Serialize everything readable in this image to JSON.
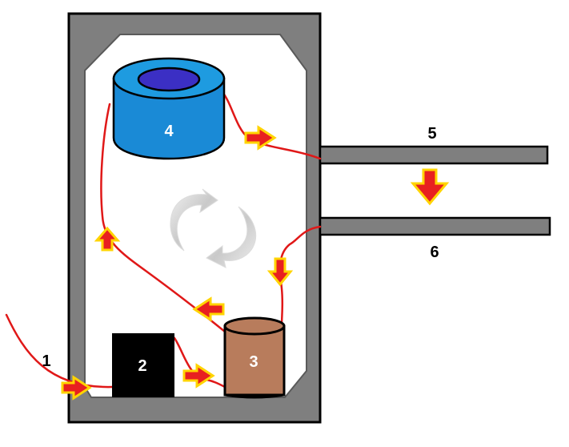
{
  "labels": {
    "input": "1",
    "box": "2",
    "cup": "3",
    "ring": "4",
    "upper_plate": "5",
    "lower_plate": "6"
  },
  "colors": {
    "frame": "#7f7f7f",
    "chamber": "#ffffff",
    "ring_top": "#1e9be0",
    "ring_side": "#1a8ad6",
    "ring_hole": "#3b2fc4",
    "box": "#000000",
    "cup": "#b87c5c",
    "path": "#e82020",
    "arrow_fill": "#e82020",
    "arrow_outline": "#ffd400",
    "cycle_arrow": "#d8d8d8"
  },
  "icons": {
    "flow_arrow": "arrow-icon",
    "cycle": "rotation-cycle-icon",
    "big_arrow": "down-arrow-icon"
  }
}
